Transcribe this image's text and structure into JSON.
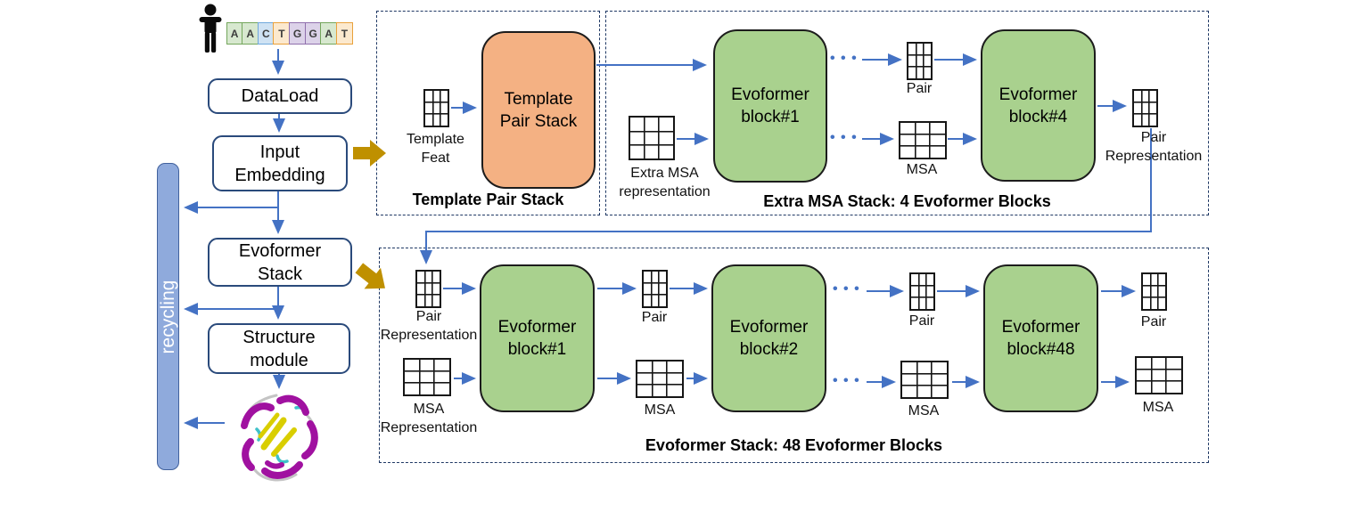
{
  "colors": {
    "arrow_blue": "#4472C4",
    "block_green": "#A9D18E",
    "block_orange": "#F4B183",
    "gold_arrow": "#BF9000",
    "recycle_bar": "#8FAADC",
    "dash_border": "#1F3864"
  },
  "input": {
    "sequence": [
      "A",
      "A",
      "C",
      "T",
      "G",
      "G",
      "A",
      "T"
    ]
  },
  "pipeline": {
    "dataload": "DataLoad",
    "input_embedding": "Input\nEmbedding",
    "evoformer_stack": "Evoformer\nStack",
    "structure_module": "Structure\nmodule",
    "recycling": "recycling"
  },
  "template_stack": {
    "caption": "Template Pair Stack",
    "input_label": "Template\nFeat",
    "block_label": "Template\nPair Stack"
  },
  "extra_msa_stack": {
    "caption": "Extra MSA Stack: 4 Evoformer Blocks",
    "input_label": "Extra MSA\nrepresentation",
    "block1": "Evoformer\nblock#1",
    "block4": "Evoformer\nblock#4",
    "pair": "Pair",
    "msa": "MSA",
    "output_label": "Pair\nRepresentation",
    "ellipsis": "• • •"
  },
  "evoformer_stack_box": {
    "caption": "Evoformer Stack: 48 Evoformer Blocks",
    "pair_rep": "Pair\nRepresentation",
    "msa_rep": "MSA\nRepresentation",
    "block1": "Evoformer\nblock#1",
    "block2": "Evoformer\nblock#2",
    "block48": "Evoformer\nblock#48",
    "pair": "Pair",
    "msa": "MSA",
    "ellipsis": "• • •"
  }
}
